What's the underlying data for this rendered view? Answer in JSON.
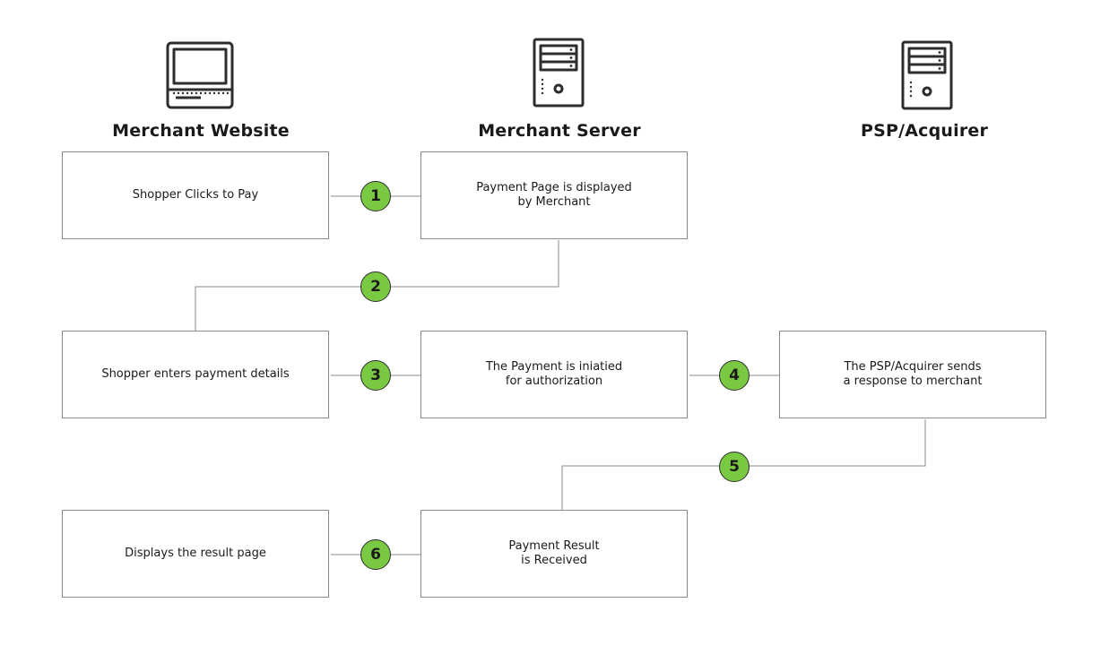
{
  "columns": [
    {
      "title": "Merchant Website",
      "icon": "computer-monitor-icon"
    },
    {
      "title": "Merchant Server",
      "icon": "server-tower-icon"
    },
    {
      "title": "PSP/Acquirer",
      "icon": "server-tower-icon"
    }
  ],
  "boxes": [
    {
      "id": "shopper-clicks",
      "text": "Shopper Clicks to Pay"
    },
    {
      "id": "payment-page",
      "text": "Payment Page is displayed\nby Merchant"
    },
    {
      "id": "enter-details",
      "text": "Shopper enters payment details"
    },
    {
      "id": "payment-initiated",
      "text": "The Payment is iniatied\nfor authorization"
    },
    {
      "id": "psp-response",
      "text": "The PSP/Acquirer sends\na response to merchant"
    },
    {
      "id": "result-page",
      "text": "Displays the result page"
    },
    {
      "id": "result-received",
      "text": "Payment Result\nis Received"
    }
  ],
  "steps": [
    "1",
    "2",
    "3",
    "4",
    "5",
    "6"
  ],
  "colors": {
    "step_fill": "#7ac943",
    "line": "#8a8a8a",
    "box_border": "#8a8a8a",
    "icon_stroke": "#2d2d2d"
  }
}
